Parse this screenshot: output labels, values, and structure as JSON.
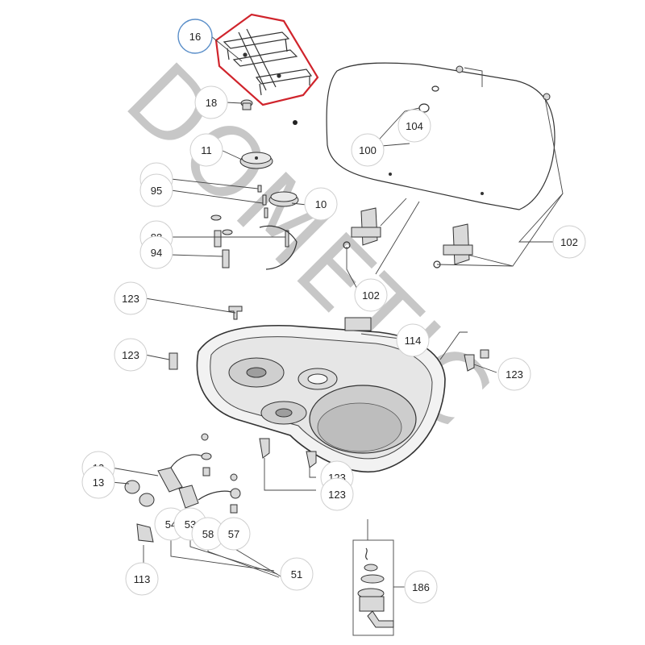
{
  "watermark": "DOMETIC",
  "highlight_color": "#d0242c",
  "selected_color": "#5b8fc9",
  "callouts": {
    "c16": "16",
    "c18": "18",
    "c11": "11",
    "c88a": "88",
    "c95": "95",
    "c10": "10",
    "c88b": "88",
    "c94": "94",
    "c100": "100",
    "c104": "104",
    "c102a": "102",
    "c102b": "102",
    "c123a": "123",
    "c114": "114",
    "c123b": "123",
    "c123c": "123",
    "c13a": "13",
    "c13b": "13",
    "c123d": "123",
    "c123e": "123",
    "c54": "54",
    "c53": "53",
    "c58": "58",
    "c57": "57",
    "c51": "51",
    "c113": "113",
    "c186": "186"
  }
}
